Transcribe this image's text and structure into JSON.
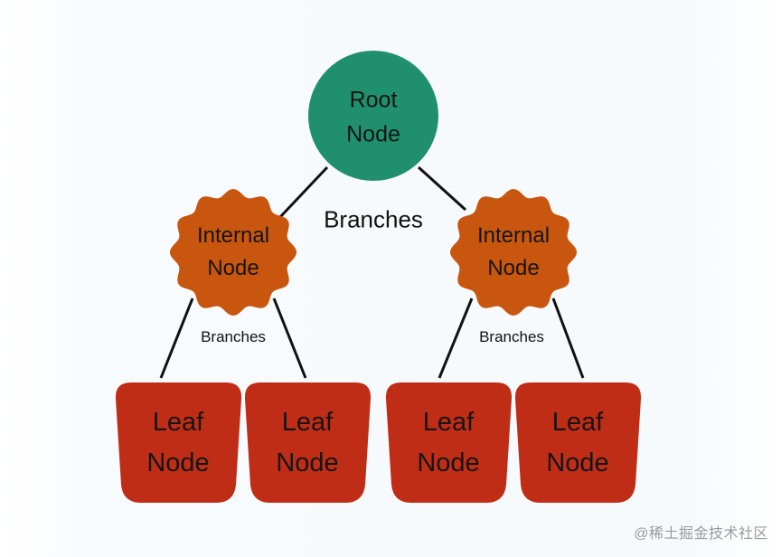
{
  "root": {
    "line1": "Root",
    "line2": "Node",
    "color": "#1f8f6e"
  },
  "branches_main": "Branches",
  "internal_left": {
    "line1": "Internal",
    "line2": "Node"
  },
  "internal_right": {
    "line1": "Internal",
    "line2": "Node"
  },
  "internal_color": "#c9560f",
  "branches_left": "Branches",
  "branches_right": "Branches",
  "leaves": [
    {
      "line1": "Leaf",
      "line2": "Node"
    },
    {
      "line1": "Leaf",
      "line2": "Node"
    },
    {
      "line1": "Leaf",
      "line2": "Node"
    },
    {
      "line1": "Leaf",
      "line2": "Node"
    }
  ],
  "leaf_color": "#c02d17",
  "edge_color": "#111111",
  "watermark": "@稀土掘金技术社区"
}
